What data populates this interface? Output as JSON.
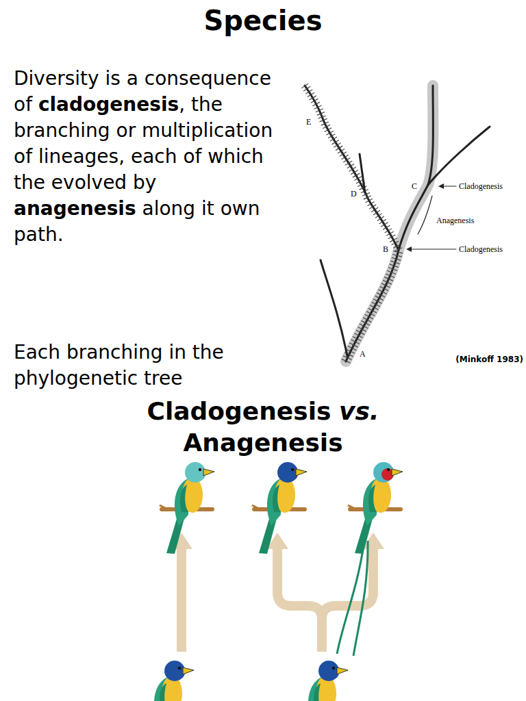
{
  "diagram": {
    "title": "Species",
    "labels": [
      "Diversity is a consequence of",
      "cladogenesis",
      ", the branching or multiplication of lineages, each of which the evolved by",
      "anagenesis",
      "along it own path.",
      "Each branching in the phylogenetic tree",
      "E",
      "D",
      "C",
      "B",
      "A",
      "Cladogenesis",
      "Anagenesis",
      "Cladogenesis",
      "(Minkoff 1983)",
      "Cladogenesis",
      "vs.",
      "Anagenesis"
    ]
  }
}
